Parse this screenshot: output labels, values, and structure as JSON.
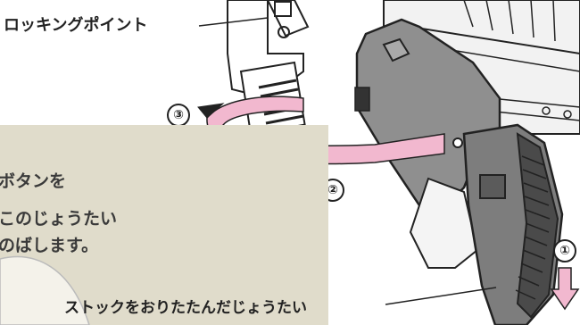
{
  "labels": {
    "locking_point": "ロッキングポイント",
    "stock_folded": "ストックをおりたたんだじょうたい"
  },
  "steps": [
    "①",
    "②",
    "③"
  ],
  "instructions": [
    "ボタンを",
    "このじょうたい",
    "のばします。"
  ],
  "colors": {
    "outline": "#222222",
    "body_gray": "#8f8f8f",
    "stock_gray": "#7d7d7d",
    "rotate_arrow": "#f2b8cf",
    "down_arrow": "#f2b8cf",
    "panel_beige": "#e0dccb"
  }
}
